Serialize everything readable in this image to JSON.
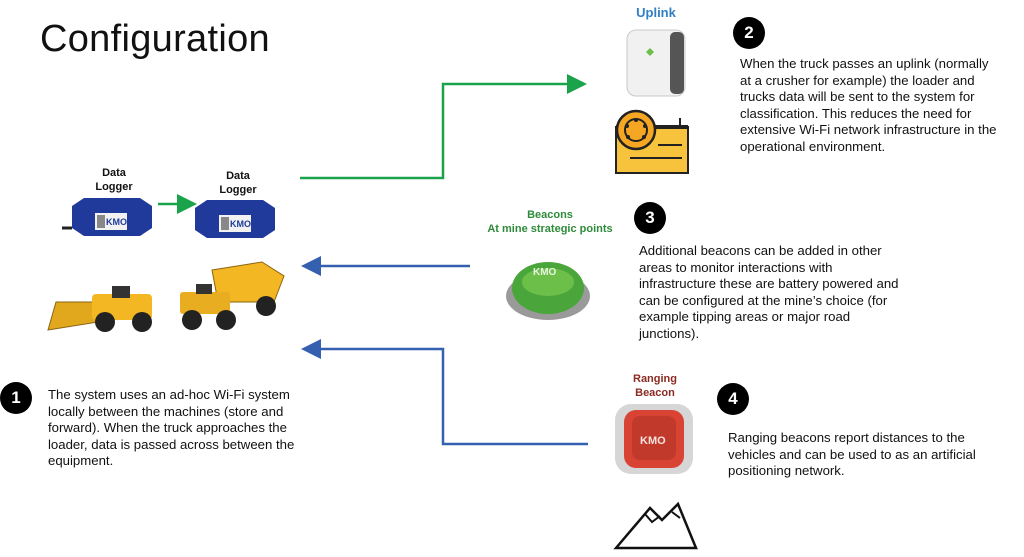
{
  "title": "Configuration",
  "labels": {
    "uplink": "Uplink",
    "data_logger_1_line1": "Data",
    "data_logger_1_line2": "Logger",
    "data_logger_2_line1": "Data",
    "data_logger_2_line2": "Logger",
    "beacons_line1": "Beacons",
    "beacons_line2": "At mine strategic points",
    "ranging_line1": "Ranging",
    "ranging_line2": "Beacon"
  },
  "logger_brand": "KMO",
  "beacon_brand": "KMO",
  "ranging_brand": "KMO",
  "steps": [
    {
      "number": "1",
      "text": "The system uses an ad-hoc Wi-Fi system locally between the machines (store and forward). When the truck approaches the loader, data is passed across between the equipment."
    },
    {
      "number": "2",
      "text": "When the truck passes an uplink (normally at a crusher for example) the loader and trucks data will be sent to the system for classification. This reduces the need for extensive Wi-Fi network infrastructure in the operational environment."
    },
    {
      "number": "3",
      "text": "Additional beacons can be added in other areas to monitor interactions with infrastructure these are battery powered and can be configured at the mine’s choice (for example tipping areas or major road junctions)."
    },
    {
      "number": "4",
      "text": "Ranging beacons report distances to the vehicles and can be used to as an artificial positioning network."
    }
  ],
  "colors": {
    "uplink_label": "#2f7fc4",
    "beacons_label": "#2e8b3a",
    "ranging_label": "#8b2a22",
    "green_arrow": "#1aa34a",
    "blue_arrow": "#3560b0",
    "logger_blue": "#1f3a9a"
  },
  "icons": [
    "uplink-device-icon",
    "crusher-icon",
    "data-logger-icon",
    "loader-icon",
    "dump-truck-icon",
    "beacon-icon",
    "ranging-beacon-icon",
    "mountain-icon"
  ]
}
